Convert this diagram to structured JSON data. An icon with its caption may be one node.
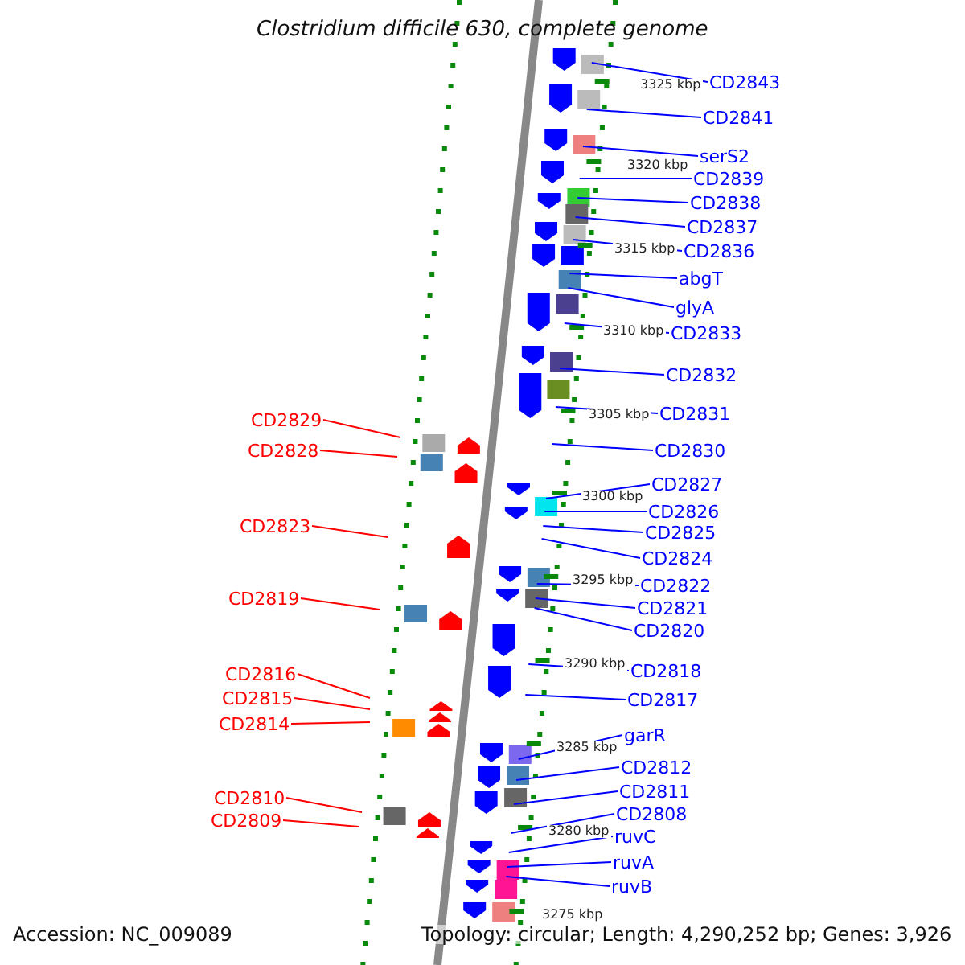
{
  "diagram": {
    "title": "Clostridium difficile 630, complete genome",
    "nodes": [
      {
        "text": [
          "CD2843"
        ]
      },
      {
        "text": [
          "CD2841"
        ]
      },
      {
        "text": [
          "serS2"
        ]
      },
      {
        "text": [
          "CD2839"
        ]
      },
      {
        "text": [
          "CD2838"
        ]
      },
      {
        "text": [
          "CD2837"
        ]
      },
      {
        "text": [
          "CD2836"
        ]
      },
      {
        "text": [
          "abgT"
        ]
      },
      {
        "text": [
          "glyA"
        ]
      },
      {
        "text": [
          "CD2833"
        ]
      },
      {
        "text": [
          "CD2832"
        ]
      },
      {
        "text": [
          "CD2831"
        ]
      },
      {
        "text": [
          "CD2830"
        ]
      },
      {
        "text": [
          "CD2829"
        ]
      },
      {
        "text": [
          "CD2828"
        ]
      },
      {
        "text": [
          "CD2827"
        ]
      },
      {
        "text": [
          "CD2826"
        ]
      },
      {
        "text": [
          "CD2825"
        ]
      },
      {
        "text": [
          "CD2823"
        ]
      },
      {
        "text": [
          "CD2824"
        ]
      },
      {
        "text": [
          "CD2822"
        ]
      },
      {
        "text": [
          "CD2821"
        ]
      },
      {
        "text": [
          "CD2820"
        ]
      },
      {
        "text": [
          "CD2819"
        ]
      },
      {
        "text": [
          "CD2818"
        ]
      },
      {
        "text": [
          "CD2816"
        ]
      },
      {
        "text": [
          "CD2817"
        ]
      },
      {
        "text": [
          "CD2815"
        ]
      },
      {
        "text": [
          "CD2814"
        ]
      },
      {
        "text": [
          "garR"
        ]
      },
      {
        "text": [
          "CD2812"
        ]
      },
      {
        "text": [
          "CD2811"
        ]
      },
      {
        "text": [
          "CD2810"
        ]
      },
      {
        "text": [
          "CD2809"
        ]
      },
      {
        "text": [
          "CD2808"
        ]
      },
      {
        "text": [
          "ruvC"
        ]
      },
      {
        "text": [
          "ruvA"
        ]
      },
      {
        "text": [
          "ruvB"
        ]
      }
    ],
    "edges": [
      {
        "from": 0,
        "to": null,
        "arrow": "none"
      },
      {
        "from": 1,
        "to": null,
        "arrow": "none"
      },
      {
        "from": 2,
        "to": null,
        "arrow": "none"
      },
      {
        "from": 3,
        "to": null,
        "arrow": "none"
      },
      {
        "from": 4,
        "to": null,
        "arrow": "none"
      },
      {
        "from": 5,
        "to": null,
        "arrow": "none"
      },
      {
        "from": 6,
        "to": null,
        "arrow": "none"
      },
      {
        "from": 7,
        "to": null,
        "arrow": "none"
      },
      {
        "from": 8,
        "to": null,
        "arrow": "none"
      },
      {
        "from": 9,
        "to": null,
        "arrow": "none"
      },
      {
        "from": 10,
        "to": null,
        "arrow": "none"
      },
      {
        "from": 11,
        "to": null,
        "arrow": "none"
      },
      {
        "from": 12,
        "to": null,
        "arrow": "none"
      },
      {
        "from": 13,
        "to": null,
        "arrow": "none",
        "color": "#ff0000"
      },
      {
        "from": 14,
        "to": null,
        "arrow": "none",
        "color": "#ff0000"
      },
      {
        "from": 15,
        "to": null,
        "arrow": "none"
      },
      {
        "from": 16,
        "to": null,
        "arrow": "none"
      },
      {
        "from": 17,
        "to": null,
        "arrow": "none"
      },
      {
        "from": 18,
        "to": null,
        "arrow": "none",
        "color": "#ff0000"
      },
      {
        "from": 19,
        "to": null,
        "arrow": "none"
      },
      {
        "from": 20,
        "to": null,
        "arrow": "none"
      },
      {
        "from": 21,
        "to": null,
        "arrow": "none"
      },
      {
        "from": 22,
        "to": null,
        "arrow": "none"
      },
      {
        "from": 23,
        "to": null,
        "arrow": "none",
        "color": "#ff0000"
      },
      {
        "from": 24,
        "to": null,
        "arrow": "none"
      },
      {
        "from": 25,
        "to": null,
        "arrow": "none",
        "color": "#ff0000"
      },
      {
        "from": 26,
        "to": null,
        "arrow": "none"
      },
      {
        "from": 27,
        "to": null,
        "arrow": "none",
        "color": "#ff0000"
      },
      {
        "from": 28,
        "to": null,
        "arrow": "none",
        "color": "#ff0000"
      },
      {
        "from": 29,
        "to": null,
        "arrow": "none"
      },
      {
        "from": 30,
        "to": null,
        "arrow": "none"
      },
      {
        "from": 31,
        "to": null,
        "arrow": "none"
      },
      {
        "from": 32,
        "to": null,
        "arrow": "none",
        "color": "#ff0000"
      },
      {
        "from": 33,
        "to": null,
        "arrow": "none",
        "color": "#ff0000"
      },
      {
        "from": 34,
        "to": null,
        "arrow": "none"
      },
      {
        "from": 35,
        "to": null,
        "arrow": "none"
      },
      {
        "from": 36,
        "to": null,
        "arrow": "none"
      },
      {
        "from": 37,
        "to": null,
        "arrow": "none"
      }
    ],
    "labels": [
      "3325 kbp",
      "3320 kbp",
      "3315 kbp",
      "3310 kbp",
      "3305 kbp",
      "3300 kbp",
      "3295 kbp",
      "3290 kbp",
      "3285 kbp",
      "3280 kbp",
      "3275 kbp",
      "Accession: NC_009089",
      "Topology: circular; Length: 4,290,252 bp; Genes: 3,926"
    ]
  }
}
